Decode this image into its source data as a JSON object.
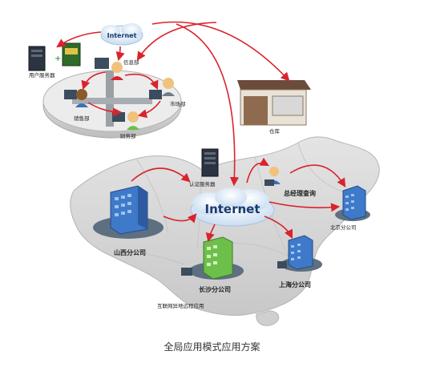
{
  "cloud_top": {
    "label": "Internet"
  },
  "cloud_main": {
    "label": "Internet"
  },
  "headquarters": {
    "user_server": "用户服务器",
    "it_dept": "信息部",
    "marketing_dept": "市场部",
    "sales_dept": "销售部",
    "finance_dept": "财务部"
  },
  "warehouse": {
    "label": "仓库"
  },
  "auth_server": {
    "label": "认证服务器"
  },
  "gm_query": {
    "label": "总经理查询"
  },
  "branches": {
    "shanxi": "山西分公司",
    "beijing": "北京分公司",
    "changsha": "长沙分公司",
    "shanghai": "上海分公司"
  },
  "remote_app": {
    "label": "互联网异地远程应用"
  },
  "caption": "全局应用模式应用方案",
  "colors": {
    "arrow": "#d9232d",
    "map_fill": "#d9d9d9",
    "map_stroke": "#bdbdbd",
    "cloud": "#e8f2fb",
    "cloud_text": "#1a3c6e",
    "building_blue": "#3f79c9",
    "building_green": "#6cc04a"
  }
}
